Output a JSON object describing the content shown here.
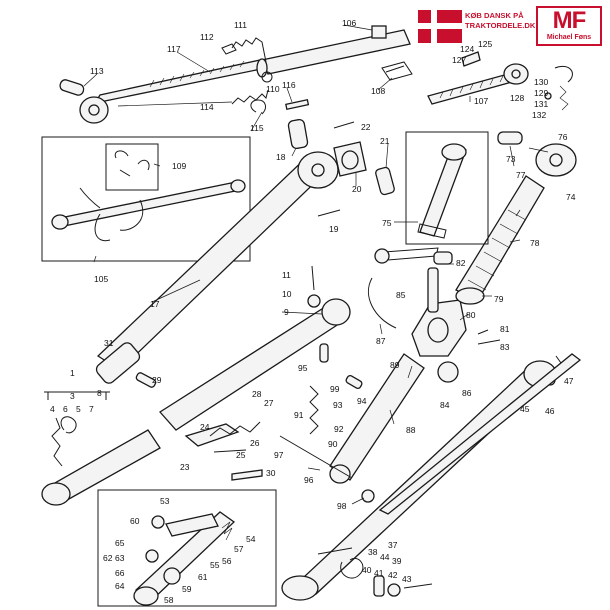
{
  "shop": {
    "line1": "KØB DANSK PÅ",
    "line2": "TRAKTORDELE.DK",
    "logo_mark": "MF",
    "logo_name": "Michael Føns",
    "flag_red": "#c8102e"
  },
  "callouts": {
    "c1": "1",
    "c3": "3",
    "c4": "4",
    "c5": "5",
    "c6": "6",
    "c7": "7",
    "c8": "8",
    "c9": "9",
    "c10": "10",
    "c11": "11",
    "c17": "17",
    "c18": "18",
    "c19": "19",
    "c20": "20",
    "c21": "21",
    "c22": "22",
    "c23": "23",
    "c24": "24",
    "c25": "25",
    "c26": "26",
    "c27": "27",
    "c28": "28",
    "c29": "29",
    "c30": "30",
    "c31": "31",
    "c37": "37",
    "c38": "38",
    "c39": "39",
    "c40": "40",
    "c41": "41",
    "c42": "42",
    "c43": "43",
    "c44": "44",
    "c45": "45",
    "c46": "46",
    "c47": "47",
    "c53": "53",
    "c54": "54",
    "c55": "55",
    "c56": "56",
    "c57": "57",
    "c58": "58",
    "c59": "59",
    "c60": "60",
    "c61": "61",
    "c62": "62",
    "c63": "63",
    "c64": "64",
    "c65": "65",
    "c66": "66",
    "c73": "73",
    "c74": "74",
    "c75": "75",
    "c76": "76",
    "c77": "77",
    "c78": "78",
    "c79": "79",
    "c80": "80",
    "c81": "81",
    "c82": "82",
    "c83": "83",
    "c84": "84",
    "c85": "85",
    "c86": "86",
    "c87": "87",
    "c88": "88",
    "c89": "89",
    "c90": "90",
    "c91": "91",
    "c92": "92",
    "c93": "93",
    "c94": "94",
    "c95": "95",
    "c96": "96",
    "c97": "97",
    "c98": "98",
    "c99": "99",
    "c105": "105",
    "c106": "106",
    "c107": "107",
    "c108": "108",
    "c109": "109",
    "c110": "110",
    "c111": "111",
    "c112": "112",
    "c113": "113",
    "c114": "114",
    "c115": "115",
    "c116": "116",
    "c117": "117",
    "c124": "124",
    "c125": "125",
    "c127": "127",
    "c128": "128",
    "c129": "129",
    "c130": "130",
    "c131": "131",
    "c132": "132"
  }
}
